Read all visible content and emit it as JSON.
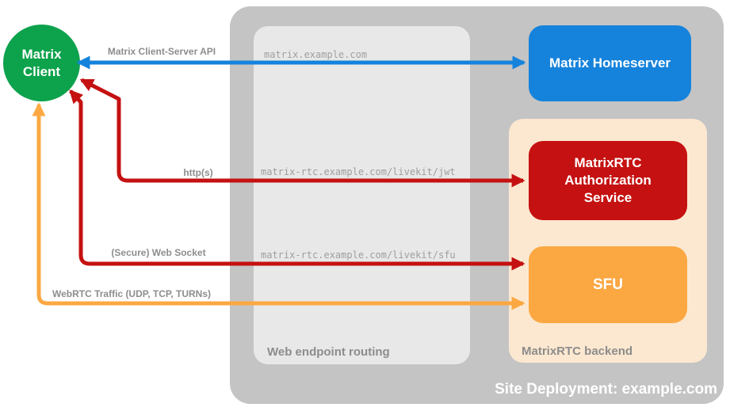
{
  "colors": {
    "client_green": "#0da24c",
    "homeserver_blue": "#1583dc",
    "auth_red": "#c51111",
    "sfu_orange": "#fba843",
    "backend_peach": "#fce8d0",
    "deployment_gray": "#c4c4c4",
    "routing_gray": "#e8e8e8",
    "label_gray": "#8c8c8c",
    "url_gray": "#9e9e9e"
  },
  "nodes": {
    "client": {
      "label": "Matrix Client"
    },
    "homeserver": {
      "label": "Matrix Homeserver"
    },
    "auth_service": {
      "label": "MatrixRTC Authorization Service"
    },
    "sfu": {
      "label": "SFU"
    }
  },
  "containers": {
    "deployment": {
      "label": "Site Deployment: example.com"
    },
    "routing": {
      "label": "Web endpoint routing"
    },
    "backend": {
      "label": "MatrixRTC backend"
    }
  },
  "connections": [
    {
      "label": "Matrix Client-Server API",
      "color": "#1583dc",
      "from": "Matrix Client",
      "to": "Matrix Homeserver",
      "bidirectional": true
    },
    {
      "label": "http(s)",
      "color": "#c51111",
      "from": "Matrix Client",
      "to": "MatrixRTC Authorization Service",
      "bidirectional": true
    },
    {
      "label": "(Secure) Web Socket",
      "color": "#c51111",
      "from": "Matrix Client",
      "to": "SFU",
      "bidirectional": true
    },
    {
      "label": "WebRTC Traffic (UDP, TCP, TURNs)",
      "color": "#fba843",
      "from": "Matrix Client",
      "to": "SFU",
      "bidirectional": true
    }
  ],
  "endpoints": [
    "matrix.example.com",
    "matrix-rtc.example.com/livekit/jwt",
    "matrix-rtc.example.com/livekit/sfu"
  ]
}
